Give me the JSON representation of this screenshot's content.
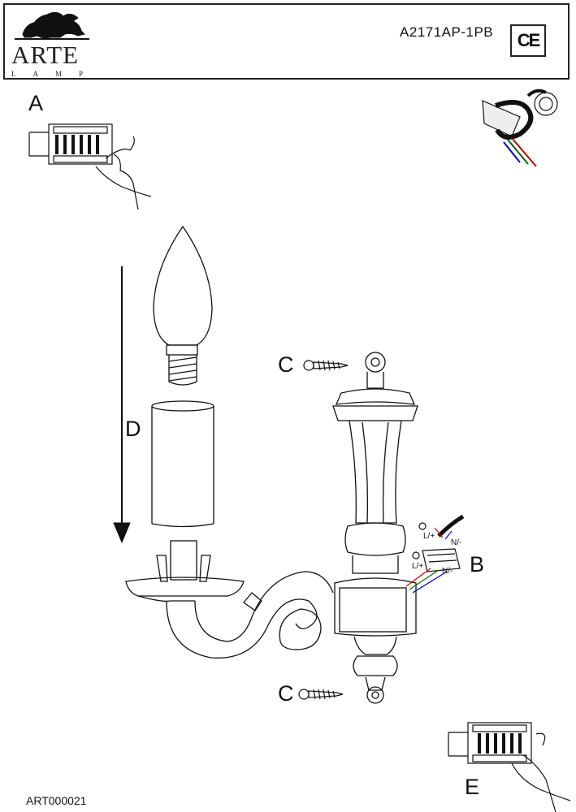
{
  "header": {
    "brand": "ARTE",
    "brand_sub": "LAMP",
    "model": "A2171AP-1PB",
    "certification": "CE"
  },
  "labels": {
    "a": "A",
    "b": "B",
    "c_top": "C",
    "c_bottom": "C",
    "d": "D",
    "e": "E"
  },
  "wiring": {
    "live_top": "L/+",
    "neutral_top": "N/-",
    "live_bottom": "L/+",
    "neutral_bottom": "N/-"
  },
  "footer": {
    "code": "ART000021"
  }
}
